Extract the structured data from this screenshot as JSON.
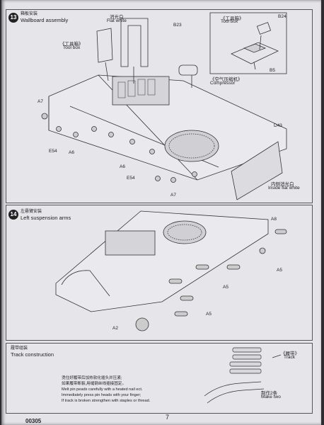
{
  "page_number": "7",
  "page_code": "00305",
  "steps": [
    {
      "number": "13",
      "title_cn": "箱板安装",
      "title_en": "Wallboard assembly",
      "labels": {
        "flat_white_cn": "消光白",
        "flat_white_en": "Flat white",
        "b23": "B23",
        "toolbox_cn": "《工具箱》",
        "toolbox_en": "Tool box",
        "inset_toolbox_cn": "《工具箱》",
        "inset_toolbox_en": "Tool box",
        "b24": "B24",
        "b5": "B5",
        "compressor_cn": "《空气压缩机》",
        "compressor_en": "Compressor",
        "a7_top": "A7",
        "e54_left": "E54",
        "a6_left": "A6",
        "a6_mid": "A6",
        "e54_mid": "E54",
        "a7_bottom": "A7",
        "d43": "D43",
        "inside_flat_white_cn": "内侧消光白",
        "inside_flat_white_en": "Inside flat white"
      }
    },
    {
      "number": "14",
      "title_cn": "左悬臂安装",
      "title_en": "Left suspension arms",
      "labels": {
        "a8": "A8",
        "a5_1": "A5",
        "a5_2": "A5",
        "a5_3": "A5",
        "a2": "A2"
      }
    },
    {
      "title_cn": "履带组装",
      "title_en": "Track construction",
      "labels": {
        "track_cn": "《履带》",
        "track_en": "Track",
        "make_two_cn": "制作2条",
        "make_two_en": "Make two"
      },
      "notes": [
        "烫住好履带后加热软化插头并压紧;",
        "如果履带断裂,用缝钢丝线插接固定。",
        "Melt pin peads carefully with a heated nail ect.",
        "Immediately press pin heads with your finger;",
        "If track is broken strengthen with staples or thread."
      ]
    }
  ],
  "colors": {
    "paper": "#e4e3e8",
    "ink": "#222222",
    "background": "#2e2c2f"
  }
}
